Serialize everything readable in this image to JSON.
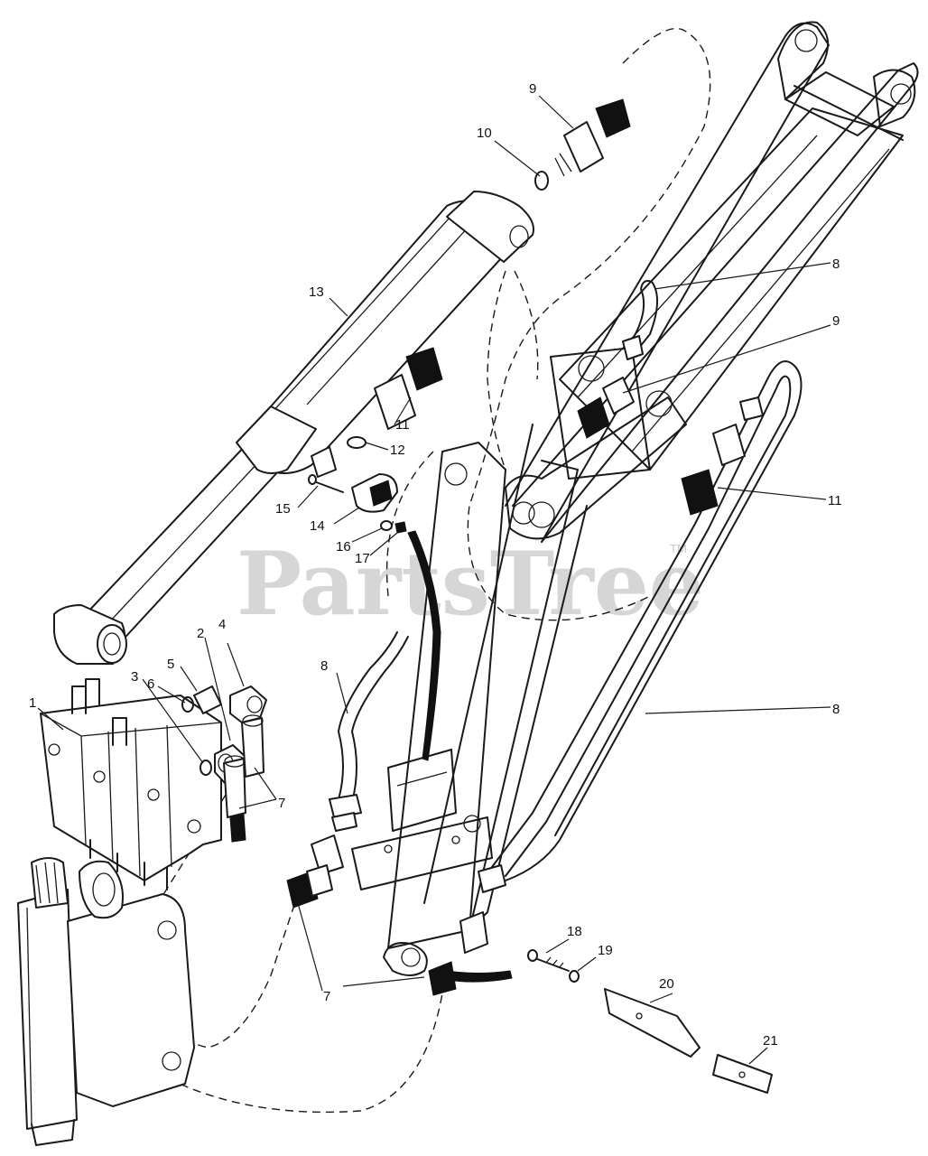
{
  "watermark": {
    "text": "PartsTree",
    "trademark": "TM"
  },
  "callouts": [
    {
      "id": "c1",
      "label": "1"
    },
    {
      "id": "c2",
      "label": "2"
    },
    {
      "id": "c3",
      "label": "3"
    },
    {
      "id": "c4",
      "label": "4"
    },
    {
      "id": "c5",
      "label": "5"
    },
    {
      "id": "c6",
      "label": "6"
    },
    {
      "id": "c7a",
      "label": "7"
    },
    {
      "id": "c7b",
      "label": "7"
    },
    {
      "id": "c8a",
      "label": "8"
    },
    {
      "id": "c8b",
      "label": "8"
    },
    {
      "id": "c8c",
      "label": "8"
    },
    {
      "id": "c9a",
      "label": "9"
    },
    {
      "id": "c9b",
      "label": "9"
    },
    {
      "id": "c10",
      "label": "10"
    },
    {
      "id": "c11a",
      "label": "11"
    },
    {
      "id": "c11b",
      "label": "11"
    },
    {
      "id": "c12",
      "label": "12"
    },
    {
      "id": "c13",
      "label": "13"
    },
    {
      "id": "c14",
      "label": "14"
    },
    {
      "id": "c15",
      "label": "15"
    },
    {
      "id": "c16",
      "label": "16"
    },
    {
      "id": "c17",
      "label": "17"
    },
    {
      "id": "c18",
      "label": "18"
    },
    {
      "id": "c19",
      "label": "19"
    },
    {
      "id": "c20",
      "label": "20"
    },
    {
      "id": "c21",
      "label": "21"
    }
  ]
}
